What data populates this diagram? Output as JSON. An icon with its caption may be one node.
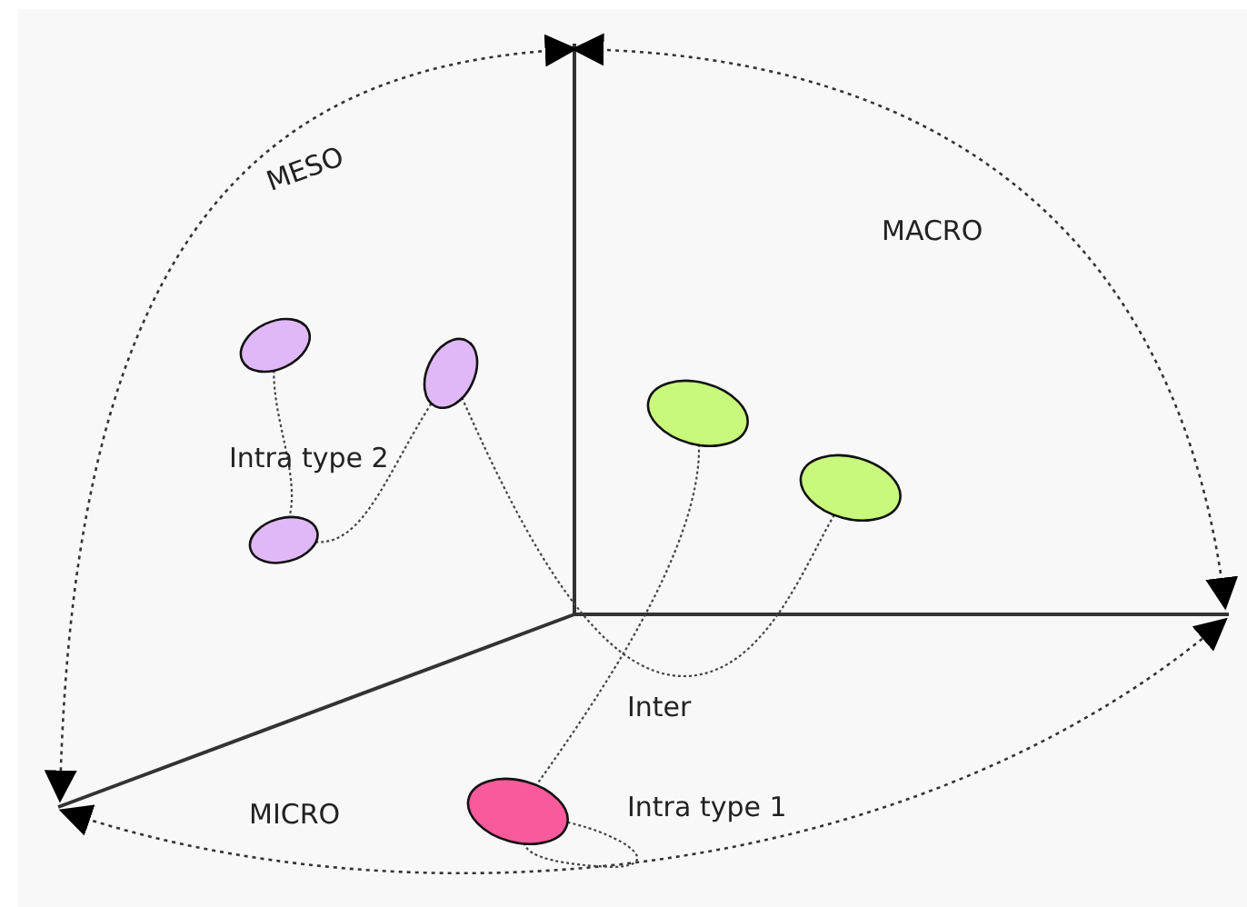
{
  "diagram": {
    "nodes": [
      {
        "text": [],
        "shape": "ellipse"
      },
      {
        "text": [],
        "shape": "ellipse"
      },
      {
        "text": [],
        "shape": "ellipse"
      },
      {
        "text": [],
        "shape": "ellipse"
      },
      {
        "text": [],
        "shape": "ellipse"
      },
      {
        "text": [],
        "shape": "ellipse"
      }
    ],
    "edges": [
      {
        "from": 0,
        "to": 2,
        "arrow": "none",
        "style": "dashed"
      },
      {
        "from": 2,
        "to": 1,
        "arrow": "none",
        "style": "dashed"
      },
      {
        "from": 1,
        "to": 4,
        "arrow": "none",
        "style": "dashed"
      },
      {
        "from": 3,
        "to": 5,
        "arrow": "none",
        "style": "dashed"
      },
      {
        "from": 5,
        "to": 5,
        "arrow": "none",
        "style": "dashed"
      }
    ],
    "labels": [
      "MESO",
      "MACRO",
      "Intra type 2",
      "Inter",
      "MICRO",
      "Intra type 1"
    ]
  }
}
